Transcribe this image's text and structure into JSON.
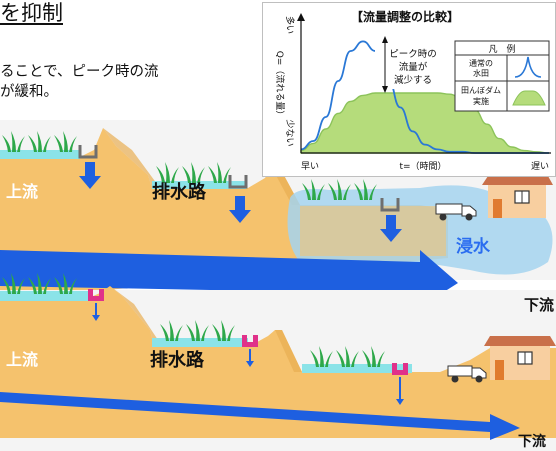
{
  "header": {
    "title": "を抑制",
    "intro_line1": "ることで、ピーク時の流",
    "intro_line2": "が緩和。"
  },
  "scene_top": {
    "upstream_label": "上流",
    "drainage_label": "排水路",
    "flood_label": "浸水",
    "downstream_label": "下流",
    "sluice": "normal paddy outlet (gray)"
  },
  "scene_bottom": {
    "upstream_label": "上流",
    "drainage_label": "排水路",
    "downstream_label": "下流",
    "sluice": "field dam weir (magenta)"
  },
  "colors": {
    "soil": "#f5c26d",
    "water": "#8be3e8",
    "flood": "#a4d3ee",
    "arrow": "#1e5fe0",
    "grass": "#2ea84a",
    "weir": "#e0318a",
    "normal_curve": "#2a78d6",
    "dam_fill": "#b5dc7b",
    "dam_stroke": "#8cc35a"
  },
  "chart_data": {
    "type": "area",
    "title": "【流量調整の比較】",
    "ylabel": "Q=（流れる量）",
    "y_top_label": "多い",
    "y_bottom_label": "少ない",
    "xlabel": "t=（時間）",
    "x_left_label": "早い",
    "x_right_label": "遅い",
    "annotation": [
      "ピーク時の",
      "流量が",
      "減少する"
    ],
    "legend_header": "凡　例",
    "xlim": [
      0,
      100
    ],
    "ylim": [
      0,
      100
    ],
    "series": [
      {
        "name": "通常の水田",
        "name_lines": [
          "通常の",
          "水田"
        ],
        "style": "line",
        "x": [
          0,
          5,
          10,
          15,
          20,
          25,
          30,
          35,
          40,
          45,
          50,
          55,
          60,
          65,
          70,
          75,
          80,
          85,
          90,
          95,
          100
        ],
        "y": [
          3,
          10,
          30,
          60,
          85,
          93,
          85,
          63,
          38,
          18,
          7,
          3,
          1,
          1,
          0,
          0,
          0,
          0,
          0,
          0,
          0
        ]
      },
      {
        "name": "田んぼダム実施",
        "name_lines": [
          "田んぼダム",
          "実施"
        ],
        "style": "area",
        "x": [
          0,
          5,
          10,
          15,
          20,
          25,
          30,
          35,
          40,
          45,
          50,
          55,
          60,
          65,
          70,
          75,
          80,
          85,
          90,
          95,
          100
        ],
        "y": [
          2,
          8,
          20,
          33,
          43,
          48,
          50,
          50,
          50,
          50,
          50,
          50,
          49,
          45,
          36,
          24,
          12,
          5,
          2,
          1,
          0
        ]
      }
    ]
  }
}
